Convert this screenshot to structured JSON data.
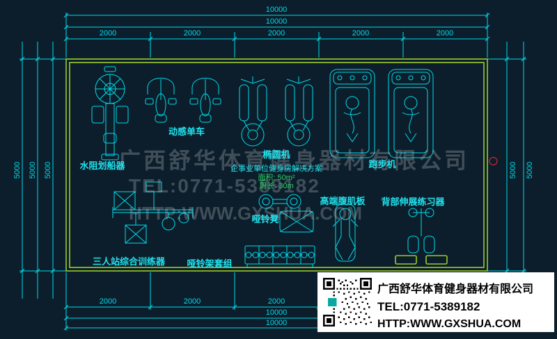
{
  "dimensions": {
    "top_total_1": "10000",
    "top_total_2": "10000",
    "top_segments": [
      "2000",
      "2000",
      "2000",
      "2000",
      "2000"
    ],
    "left_vertical": [
      "5000",
      "5000",
      "5000"
    ],
    "right_vertical": [
      "5000",
      "5000"
    ],
    "bottom_segments": [
      "2000",
      "2000",
      "2000"
    ],
    "bottom_total_1": "10000",
    "bottom_total_2": "10000"
  },
  "plan": {
    "labels": {
      "spin_bike": "动感单车",
      "rower": "水阻划船器",
      "elliptical": "椭圆机",
      "treadmill": "跑步机",
      "ab_board": "高端腹肌板",
      "back_extension": "背部伸展练习器",
      "dumbbell_bench": "哑铃凳",
      "multi_station": "三人站综合训练器",
      "dumbbell_rack": "哑铃架套组"
    },
    "center_text": {
      "title": "企事业单位健身房解决方案",
      "area": "面积: 50m²",
      "perimeter": "周长: 30m"
    },
    "side_mark": "〇"
  },
  "watermark": {
    "line1": "广西舒华体育健身器材有限公司",
    "line2": "TEL:0771-5389182",
    "line3": "HTTP:WWW.GXSHUA.COM"
  },
  "info_box": {
    "company": "广西舒华体育健身器材有限公司",
    "tel": "TEL:0771-5389182",
    "url": "HTTP:WWW.GXSHUA.COM"
  }
}
